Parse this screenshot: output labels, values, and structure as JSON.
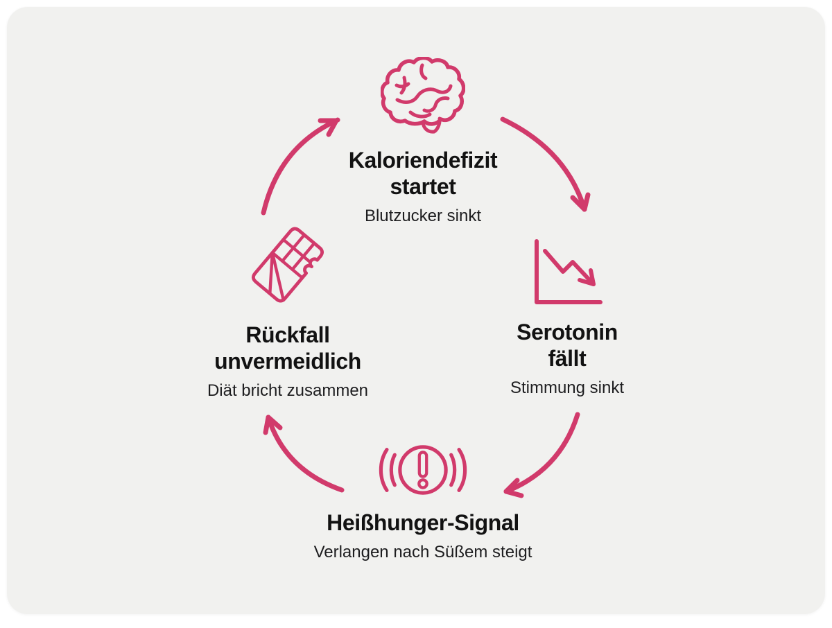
{
  "diagram": {
    "type": "cycle",
    "language": "de",
    "colors": {
      "accent": "#d13a6b",
      "card_bg": "#f1f1ef",
      "page_bg": "#ffffff",
      "title_text": "#121212",
      "subtitle_text": "#1d1d1f"
    },
    "nodes": [
      {
        "id": "kaloriendefizit",
        "position": "top",
        "icon": "brain-icon",
        "title_lines": [
          "Kaloriendefizit",
          "startet"
        ],
        "subtitle": "Blutzucker sinkt"
      },
      {
        "id": "serotonin",
        "position": "right",
        "icon": "line-chart-down-icon",
        "title_lines": [
          "Serotonin",
          "fällt"
        ],
        "subtitle": "Stimmung sinkt"
      },
      {
        "id": "heisshunger",
        "position": "bottom",
        "icon": "alert-signal-icon",
        "title_lines": [
          "Heißhunger-Signal"
        ],
        "subtitle": "Verlangen nach Süßem steigt"
      },
      {
        "id": "rueckfall",
        "position": "left",
        "icon": "chocolate-bar-icon",
        "title_lines": [
          "Rückfall",
          "unvermeidlich"
        ],
        "subtitle": "Diät bricht zusammen"
      }
    ],
    "arrows": [
      {
        "from": "kaloriendefizit",
        "to": "serotonin",
        "direction": "clockwise"
      },
      {
        "from": "serotonin",
        "to": "heisshunger",
        "direction": "clockwise"
      },
      {
        "from": "heisshunger",
        "to": "rueckfall",
        "direction": "clockwise"
      },
      {
        "from": "rueckfall",
        "to": "kaloriendefizit",
        "direction": "clockwise"
      }
    ]
  }
}
